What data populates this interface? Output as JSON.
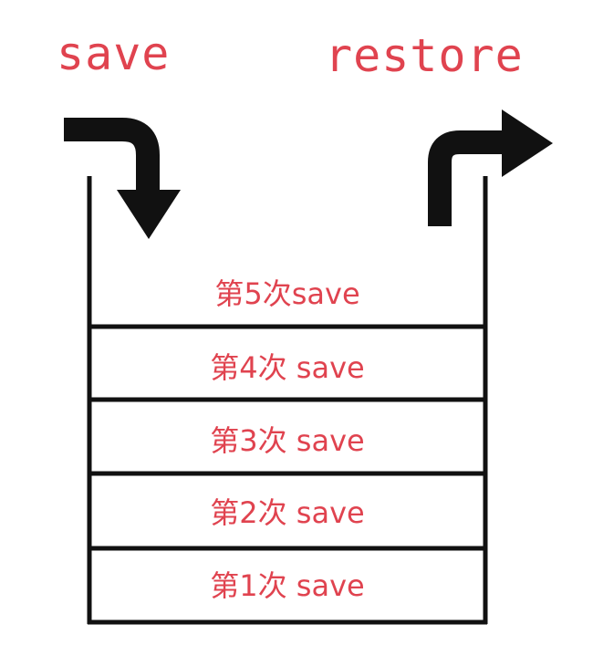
{
  "colors": {
    "label": "#e0434f",
    "stroke": "#111111",
    "background": "#ffffff"
  },
  "labels": {
    "save": "save",
    "restore": "restore"
  },
  "stack": {
    "entries": [
      "第5次save",
      "第4次 save",
      "第3次 save",
      "第2次 save",
      "第1次 save"
    ]
  }
}
